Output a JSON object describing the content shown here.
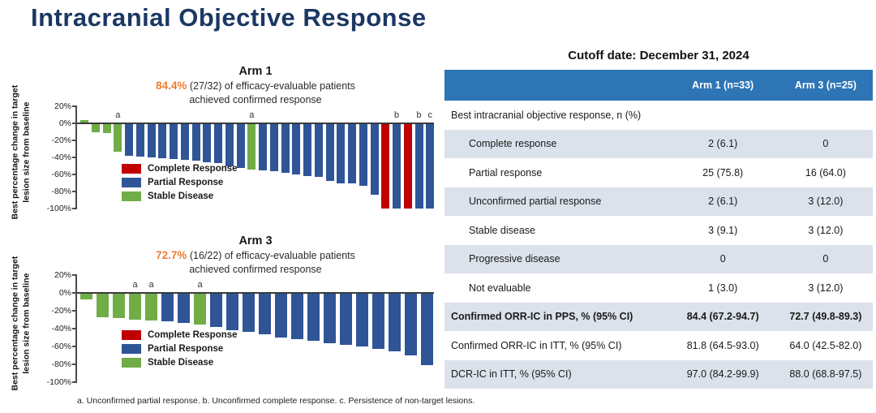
{
  "slide": {
    "title": "Intracranial Objective Response",
    "footnote": "a. Unconfirmed partial response. b. Unconfirmed complete response. c. Persistence of non-target lesions."
  },
  "colors": {
    "title_navy": "#1B3864",
    "accent_orange": "#ED7D31",
    "complete_response_red": "#C00000",
    "partial_response_blue": "#2F5597",
    "stable_disease_green": "#70AD47",
    "table_header_blue": "#2E75B6",
    "table_row_shaded": "#DBE2EB"
  },
  "chart_data": [
    {
      "type": "bar",
      "variant": "waterfall",
      "title": "Arm 1",
      "highlight_pct": "84.4%",
      "subtitle_line1": "(27/32) of efficacy-evaluable patients",
      "subtitle_line2": "achieved confirmed response",
      "ylabel": "Best percentage change in target lesion size from baseline",
      "ylim": [
        -100,
        20
      ],
      "yticks": [
        "20%",
        "0%",
        "-20%",
        "-40%",
        "-60%",
        "-80%",
        "-100%"
      ],
      "grid": false,
      "legend_position": "inside-lower-left",
      "legend": [
        {
          "label": "Complete Response",
          "category": "complete"
        },
        {
          "label": "Partial Response",
          "category": "partial"
        },
        {
          "label": "Stable Disease",
          "category": "stable"
        }
      ],
      "bars": [
        {
          "value": 4,
          "category": "stable"
        },
        {
          "value": -10,
          "category": "stable"
        },
        {
          "value": -11,
          "category": "stable"
        },
        {
          "value": -33,
          "category": "stable",
          "note": "a"
        },
        {
          "value": -38,
          "category": "partial"
        },
        {
          "value": -39,
          "category": "partial"
        },
        {
          "value": -40,
          "category": "partial"
        },
        {
          "value": -41,
          "category": "partial"
        },
        {
          "value": -42,
          "category": "partial"
        },
        {
          "value": -43,
          "category": "partial"
        },
        {
          "value": -44,
          "category": "partial"
        },
        {
          "value": -46,
          "category": "partial"
        },
        {
          "value": -47,
          "category": "partial"
        },
        {
          "value": -50,
          "category": "partial"
        },
        {
          "value": -52,
          "category": "partial"
        },
        {
          "value": -54,
          "category": "stable",
          "note": "a"
        },
        {
          "value": -55,
          "category": "partial"
        },
        {
          "value": -56,
          "category": "partial"
        },
        {
          "value": -58,
          "category": "partial"
        },
        {
          "value": -60,
          "category": "partial"
        },
        {
          "value": -62,
          "category": "partial"
        },
        {
          "value": -63,
          "category": "partial"
        },
        {
          "value": -68,
          "category": "partial"
        },
        {
          "value": -70,
          "category": "partial"
        },
        {
          "value": -70,
          "category": "partial"
        },
        {
          "value": -73,
          "category": "partial"
        },
        {
          "value": -84,
          "category": "partial"
        },
        {
          "value": -100,
          "category": "complete"
        },
        {
          "value": -100,
          "category": "partial",
          "note": "b"
        },
        {
          "value": -100,
          "category": "complete"
        },
        {
          "value": -100,
          "category": "partial",
          "note": "b"
        },
        {
          "value": -100,
          "category": "partial",
          "note": "c"
        }
      ]
    },
    {
      "type": "bar",
      "variant": "waterfall",
      "title": "Arm 3",
      "highlight_pct": "72.7%",
      "subtitle_line1": "(16/22) of efficacy-evaluable patients",
      "subtitle_line2": "achieved confirmed response",
      "ylabel": "Best percentage change in target lesion size from baseline",
      "ylim": [
        -100,
        20
      ],
      "yticks": [
        "20%",
        "0%",
        "-20%",
        "-40%",
        "-60%",
        "-80%",
        "-100%"
      ],
      "grid": false,
      "legend_position": "inside-lower-left",
      "legend": [
        {
          "label": "Complete Response",
          "category": "complete"
        },
        {
          "label": "Partial Response",
          "category": "partial"
        },
        {
          "label": "Stable Disease",
          "category": "stable"
        }
      ],
      "bars": [
        {
          "value": -7,
          "category": "stable"
        },
        {
          "value": -27,
          "category": "stable"
        },
        {
          "value": -28,
          "category": "stable"
        },
        {
          "value": -30,
          "category": "stable",
          "note": "a"
        },
        {
          "value": -31,
          "category": "stable",
          "note": "a"
        },
        {
          "value": -32,
          "category": "partial"
        },
        {
          "value": -34,
          "category": "partial"
        },
        {
          "value": -35,
          "category": "stable",
          "note": "a"
        },
        {
          "value": -38,
          "category": "partial"
        },
        {
          "value": -42,
          "category": "partial"
        },
        {
          "value": -44,
          "category": "partial"
        },
        {
          "value": -46,
          "category": "partial"
        },
        {
          "value": -50,
          "category": "partial"
        },
        {
          "value": -52,
          "category": "partial"
        },
        {
          "value": -54,
          "category": "partial"
        },
        {
          "value": -56,
          "category": "partial"
        },
        {
          "value": -58,
          "category": "partial"
        },
        {
          "value": -60,
          "category": "partial"
        },
        {
          "value": -63,
          "category": "partial"
        },
        {
          "value": -65,
          "category": "partial"
        },
        {
          "value": -70,
          "category": "partial"
        },
        {
          "value": -81,
          "category": "partial"
        }
      ]
    },
    {
      "type": "table",
      "title": "Cutoff date: December 31, 2024",
      "columns": [
        "",
        "Arm 1 (n=33)",
        "Arm 3 (n=25)"
      ],
      "rows": [
        {
          "label": "Best intracranial objective response, n (%)",
          "arm1": "",
          "arm3": "",
          "section": true,
          "indent": false,
          "shaded": false,
          "bold": false
        },
        {
          "label": "Complete response",
          "arm1": "2 (6.1)",
          "arm3": "0",
          "indent": true,
          "shaded": true,
          "bold": false
        },
        {
          "label": "Partial response",
          "arm1": "25 (75.8)",
          "arm3": "16 (64.0)",
          "indent": true,
          "shaded": false,
          "bold": false
        },
        {
          "label": "Unconfirmed partial response",
          "arm1": "2 (6.1)",
          "arm3": "3 (12.0)",
          "indent": true,
          "shaded": true,
          "bold": false
        },
        {
          "label": "Stable disease",
          "arm1": "3 (9.1)",
          "arm3": "3 (12.0)",
          "indent": true,
          "shaded": false,
          "bold": false
        },
        {
          "label": "Progressive disease",
          "arm1": "0",
          "arm3": "0",
          "indent": true,
          "shaded": true,
          "bold": false
        },
        {
          "label": "Not evaluable",
          "arm1": "1 (3.0)",
          "arm3": "3 (12.0)",
          "indent": true,
          "shaded": false,
          "bold": false
        },
        {
          "label": "Confirmed ORR-IC in PPS, % (95% CI)",
          "arm1": "84.4 (67.2-94.7)",
          "arm3": "72.7 (49.8-89.3)",
          "indent": false,
          "shaded": true,
          "bold": true
        },
        {
          "label": "Confirmed ORR-IC in ITT, % (95% CI)",
          "arm1": "81.8 (64.5-93.0)",
          "arm3": "64.0 (42.5-82.0)",
          "indent": false,
          "shaded": false,
          "bold": false
        },
        {
          "label": "DCR-IC in ITT, % (95% CI)",
          "arm1": "97.0 (84.2-99.9)",
          "arm3": "88.0 (68.8-97.5)",
          "indent": false,
          "shaded": true,
          "bold": false
        }
      ]
    }
  ]
}
